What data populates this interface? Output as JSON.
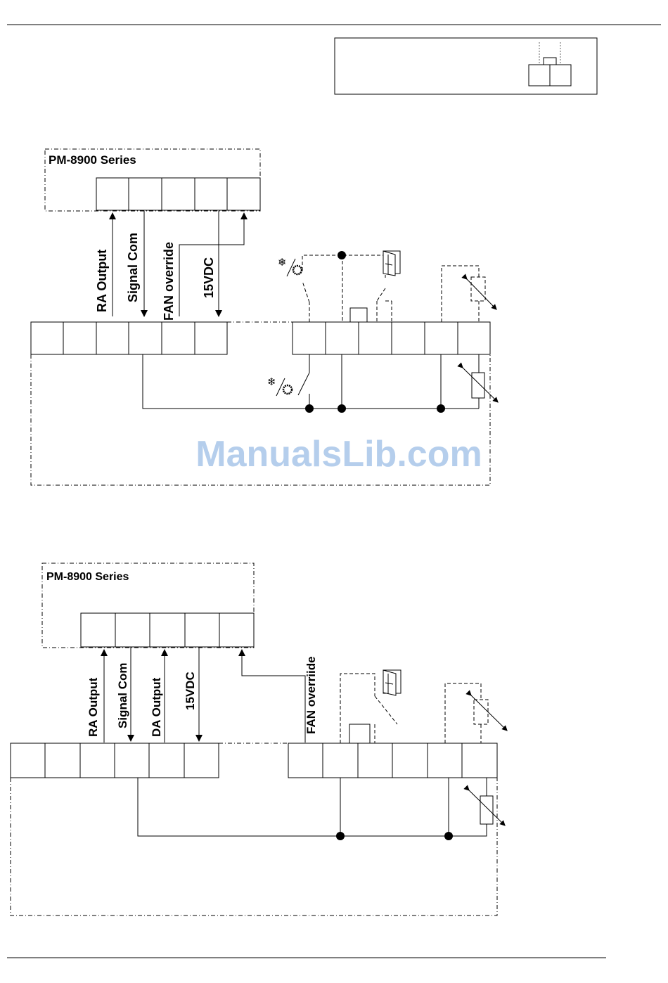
{
  "watermark": "ManualsLib.com",
  "diagram_top": {
    "controller_title": "PM-8900 Series",
    "wire_labels": [
      "RA Output",
      "Signal Com",
      "FAN override",
      "15VDC"
    ]
  },
  "diagram_bottom": {
    "controller_title": "PM-8900 Series",
    "wire_labels": [
      "RA Output",
      "Signal Com",
      "DA Output",
      "15VDC",
      "FAN overriide"
    ]
  },
  "icons": [
    "cooling-heating-symbol",
    "door-contact-symbol",
    "potentiometer-symbol",
    "arrow-head"
  ]
}
